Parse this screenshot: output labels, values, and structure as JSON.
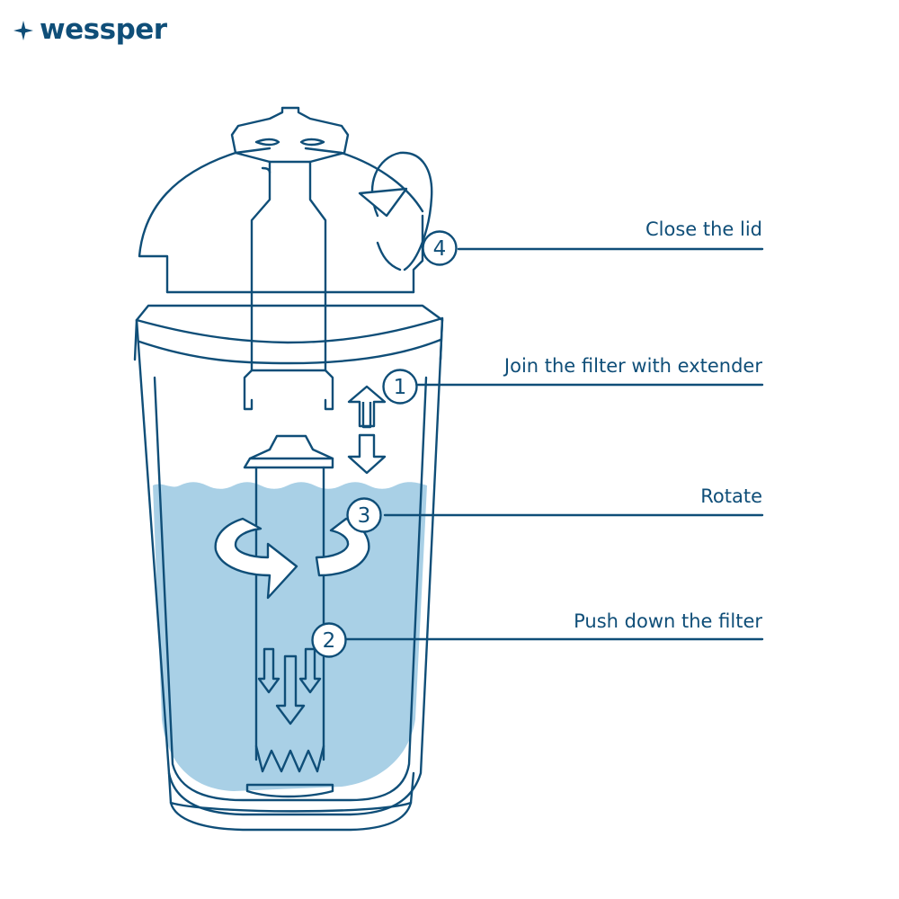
{
  "logo": {
    "text": "wessper",
    "icon": "sparkle-icon"
  },
  "colors": {
    "ink": "#0f4e78",
    "line": "#0f4e78",
    "water": "#a9d0e6",
    "background": "#ffffff"
  },
  "steps": [
    {
      "number": "4",
      "label": "Close the lid"
    },
    {
      "number": "1",
      "label": "Join the filter with extender"
    },
    {
      "number": "3",
      "label": "Rotate"
    },
    {
      "number": "2",
      "label": "Push down the filter"
    }
  ]
}
